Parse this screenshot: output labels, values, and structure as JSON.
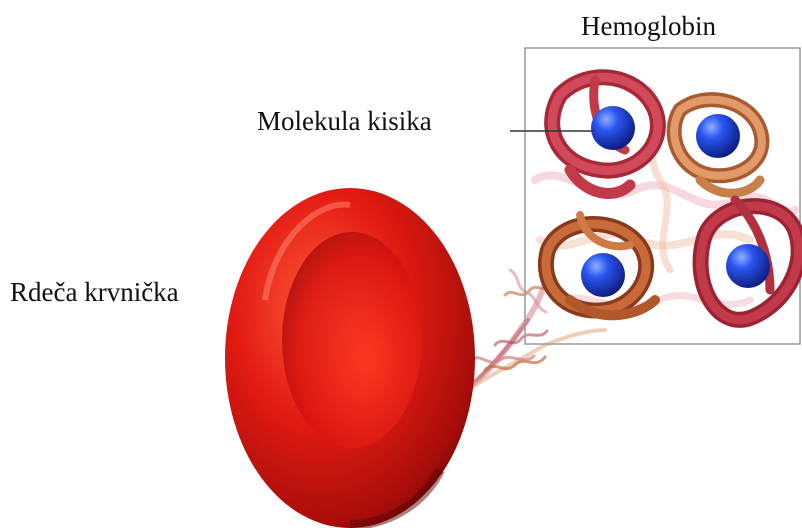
{
  "labels": {
    "hemoglobin": "Hemoglobin",
    "oxygen_molecule": "Molekula kisika",
    "red_blood_cell": "Rdeča krvnička"
  },
  "colors": {
    "cell_red": "#e31b12",
    "cell_dark": "#7a0808",
    "ribbon_crimson": "#c23a4a",
    "ribbon_orange": "#c86a3a",
    "oxygen_blue": "#1a3ed8",
    "box_border": "#9a9a9a"
  },
  "icons": {
    "cell": "red-blood-cell-illustration",
    "protein": "hemoglobin-ribbon-illustration",
    "oxygen": "oxygen-sphere"
  }
}
